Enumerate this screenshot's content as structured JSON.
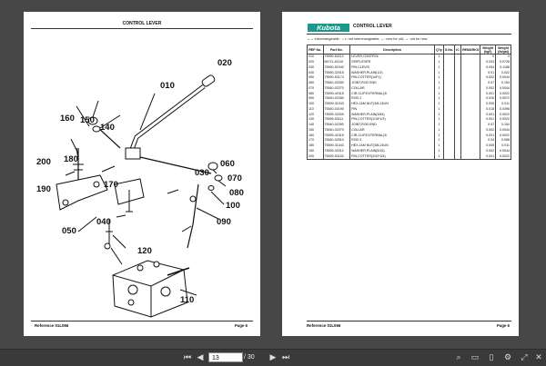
{
  "left_page": {
    "title": "CONTROL LEVER",
    "reference": "Reference 01L066",
    "page": "Page 6",
    "callouts": [
      "010",
      "020",
      "030",
      "040",
      "050",
      "060",
      "070",
      "080",
      "090",
      "100",
      "110",
      "120",
      "140",
      "150",
      "160",
      "170",
      "180",
      "190",
      "200"
    ]
  },
  "right_page": {
    "logo": "Kubota",
    "title": "CONTROL LEVER",
    "legend": "↔↔ interchangeable;   →×: not interchangeable;   ←: new for old;   →: old for new",
    "columns": [
      "REF No.",
      "Part No.",
      "Description",
      "Q'ty",
      "S.No.",
      "IC",
      "REMARKS",
      "Weight (kg/l)",
      "Weight (lb/gal)"
    ],
    "rows": [
      [
        "010",
        "75590-63212",
        "LEVER,CONTROL",
        "1",
        "",
        "",
        "",
        "0",
        "0"
      ],
      [
        "020",
        "66711-43110",
        "GRIP,LEVER",
        "1",
        "",
        "",
        "",
        "0.033",
        "0.0726"
      ],
      [
        "030",
        "75590-51540",
        "PIN,CLEVIS",
        "1",
        "",
        "",
        "",
        "0.054",
        "0.1188"
      ],
      [
        "040",
        "75590-32015",
        "WASHER,PLAIN(1/2)",
        "1",
        "",
        "",
        "",
        "0.01",
        "0.022"
      ],
      [
        "050",
        "75590-53173",
        "PIN,COTTER(1/8*1)",
        "1",
        "",
        "",
        "",
        "0.002",
        "0.0044"
      ],
      [
        "060",
        "75540-02260",
        "JOINT,ROD END",
        "1",
        "",
        "",
        "",
        "0.07",
        "0.154"
      ],
      [
        "070",
        "75540-02270",
        "COLLAR",
        "1",
        "",
        "",
        "",
        "0.002",
        "0.0044"
      ],
      [
        "080",
        "75599-41515",
        "CIR-CLIP,EXTERNAL(3/",
        "1",
        "",
        "",
        "",
        "0.001",
        "0.0022"
      ],
      [
        "090",
        "75540-02280",
        "ROD 2",
        "1",
        "",
        "",
        "",
        "0.026",
        "0.0572"
      ],
      [
        "100",
        "75599-31043",
        "HEX.JAM NUT(3/8-24UN",
        "1",
        "",
        "",
        "",
        "0.005",
        "0.011"
      ],
      [
        "110",
        "75540-02190",
        "PIN",
        "1",
        "",
        "",
        "",
        "0.018",
        "0.0396"
      ],
      [
        "120",
        "75599-32009",
        "WASHER,PLAIN(3/84)",
        "1",
        "",
        "",
        "",
        "0.001",
        "0.0022"
      ],
      [
        "130",
        "75599-53111",
        "PIN,COTTER(1/16*1/2)",
        "1",
        "",
        "",
        "",
        "0.001",
        "0.0022"
      ],
      [
        "140",
        "75540-02260",
        "JOINT,ROD END",
        "1",
        "",
        "",
        "",
        "0.07",
        "0.154"
      ],
      [
        "150",
        "75540-02270",
        "COLLAR",
        "1",
        "",
        "",
        "",
        "0.002",
        "0.0044"
      ],
      [
        "160",
        "75599-41515",
        "CIR-CLIP,EXTERNAL(3/",
        "1",
        "",
        "",
        "",
        "0.001",
        "0.0022"
      ],
      [
        "170",
        "75540-02510",
        "ROD 3",
        "1",
        "",
        "",
        "",
        "0.04",
        "0.088"
      ],
      [
        "180",
        "75599-31043",
        "HEX.JAM NUT(3/8-24UN",
        "1",
        "",
        "",
        "",
        "0.005",
        "0.011"
      ],
      [
        "190",
        "75599-32012",
        "WASHER,PLAIN(5/16)",
        "1",
        "",
        "",
        "",
        "0.002",
        "0.0044"
      ],
      [
        "200",
        "75599-53152",
        "PIN,COTTER(3/32*3/4)",
        "1",
        "",
        "",
        "",
        "0.001",
        "0.0022"
      ]
    ],
    "reference": "Reference 01L066",
    "page": "Page 6"
  },
  "toolbar": {
    "current_page": "13",
    "total": "/ 30"
  }
}
